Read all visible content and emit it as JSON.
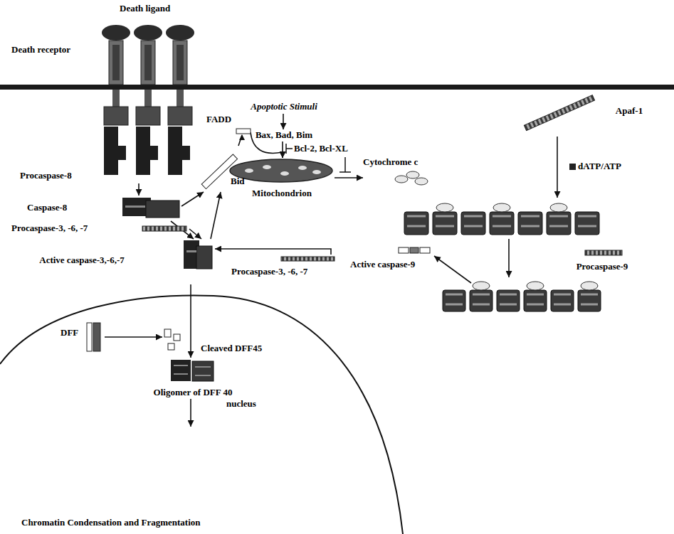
{
  "diagram": {
    "nodes": [
      {
        "text": [
          "Procaspase-8"
        ]
      },
      {
        "text": [
          "Apoptotic Stimuli"
        ]
      },
      {
        "text": [
          "Apaf-1"
        ]
      },
      {
        "text": [
          "Bax, Bad, Bim"
        ]
      },
      {
        "text": [
          "Bcl-2, Bcl-XL"
        ]
      },
      {
        "text": [
          "Bid"
        ]
      },
      {
        "text": [
          "Cytochrome c"
        ]
      },
      {
        "text": [
          "dATP/ATP"
        ]
      },
      {
        "text": [
          "Mitochondrion"
        ]
      },
      {
        "text": [
          "Caspase-8"
        ]
      },
      {
        "text": [
          "Procaspase-9"
        ]
      },
      {
        "text": [
          "Procaspase-3, -6, -7"
        ]
      },
      {
        "text": [
          "Active caspase-3,-6,-7"
        ]
      },
      {
        "text": [
          "Procaspase-3, -6, -7"
        ]
      },
      {
        "text": [
          "Active caspase-9"
        ]
      },
      {
        "text": [
          "DFF"
        ]
      },
      {
        "text": [
          "Cleaved DFF45"
        ]
      },
      {
        "text": [
          "Oligomer of DFF 40"
        ]
      },
      {
        "text": [
          "Chromatin Condensation and Fragmentation"
        ]
      }
    ],
    "edges": [
      {
        "from": 0,
        "to": 9,
        "arrow": "to"
      },
      {
        "from": 9,
        "to": 5,
        "arrow": "to"
      },
      {
        "from": 9,
        "to": 12,
        "arrow": "to"
      },
      {
        "from": 11,
        "to": 12,
        "arrow": "to"
      },
      {
        "from": 12,
        "to": 5,
        "arrow": "to"
      },
      {
        "from": 5,
        "to": 8,
        "arrow": "to"
      },
      {
        "from": 1,
        "to": 3,
        "arrow": "to"
      },
      {
        "from": 3,
        "to": 8,
        "arrow": "to"
      },
      {
        "from": 8,
        "to": 6,
        "arrow": "to"
      },
      {
        "from": 13,
        "to": 12,
        "arrow": "to"
      },
      {
        "from": 12,
        "to": 17,
        "arrow": "to"
      },
      {
        "from": 15,
        "to": 16,
        "arrow": "to"
      },
      {
        "from": 17,
        "to": 18,
        "arrow": "to"
      }
    ],
    "labels": [
      "Death ligand",
      "Death receptor",
      "FADD",
      "nucleus"
    ]
  }
}
